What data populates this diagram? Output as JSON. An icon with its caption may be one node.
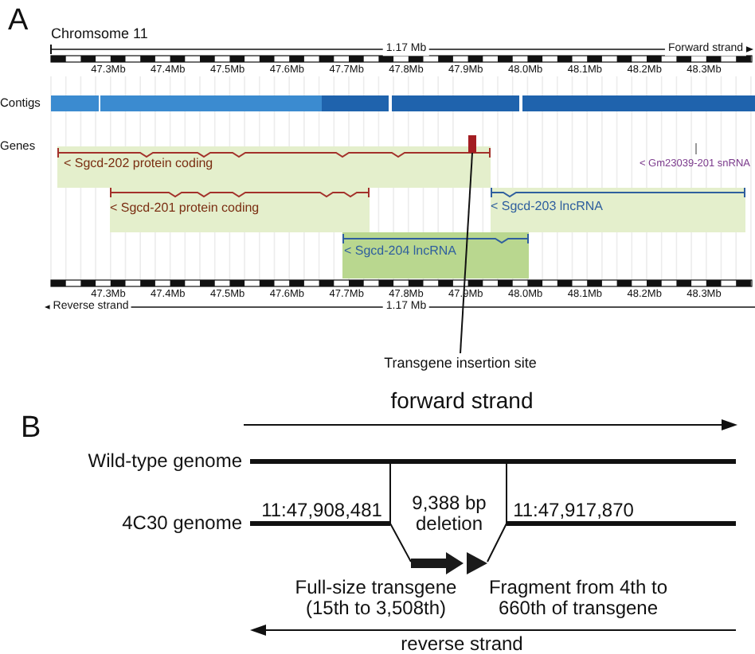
{
  "diagram": {
    "nodes": [
      {
        "text": [
          "< Sgcd-202 protein coding"
        ]
      },
      {
        "text": [
          "< Sgcd-201 protein coding"
        ]
      },
      {
        "text": [
          "< Sgcd-203 lncRNA"
        ]
      },
      {
        "text": [
          "< Sgcd-204 lncRNA"
        ]
      },
      {
        "text": [],
        "shape": "bar"
      },
      {
        "text": [
          "Transgene insertion site"
        ]
      }
    ],
    "edges": [
      {
        "from": 5,
        "to": 4,
        "arrow": "none"
      }
    ],
    "labels": [
      "A",
      "Chromsome 11",
      "1.17 Mb",
      "Forward strand",
      "47.3Mb",
      "47.4Mb",
      "47.5Mb",
      "47.6Mb",
      "47.7Mb",
      "47.8Mb",
      "47.9Mb",
      "48.0Mb",
      "48.1Mb",
      "48.2Mb",
      "48.3Mb",
      "Contigs",
      "Genes",
      "< Gm23039-201 snRNA",
      "47.3Mb",
      "47.4Mb",
      "47.5Mb",
      "47.6Mb",
      "47.7Mb",
      "47.8Mb",
      "47.9Mb",
      "48.0Mb",
      "48.1Mb",
      "48.2Mb",
      "48.3Mb",
      "Reverse strand",
      "1.17 Mb",
      "B",
      "forward strand",
      "Wild-type genome",
      "4C30 genome",
      "11:47,908,481",
      "9,388 bp deletion",
      "11:47,917,870",
      "Full-size transgene (15th to 3,508th)",
      "Fragment from 4th to 660th of transgene",
      "reverse strand"
    ]
  }
}
